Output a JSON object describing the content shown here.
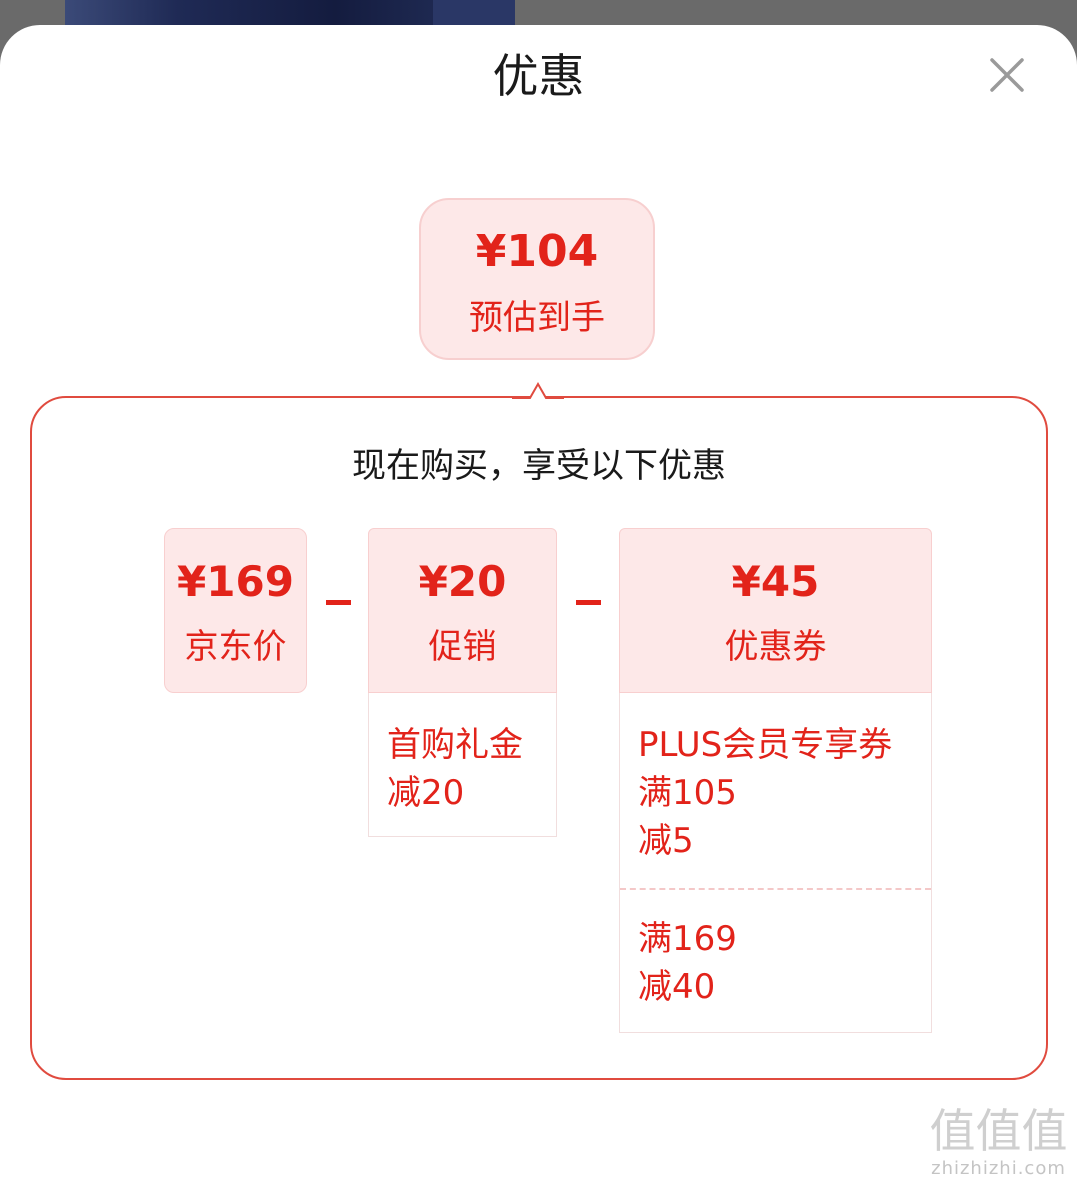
{
  "dialog": {
    "title": "优惠",
    "close_icon": "close-icon"
  },
  "estimate": {
    "price": "¥104",
    "label": "预估到手"
  },
  "panel": {
    "title": "现在购买，享受以下优惠"
  },
  "breakdown": {
    "jd_price": {
      "amount": "¥169",
      "label": "京东价"
    },
    "promotion": {
      "amount": "¥20",
      "label": "促销",
      "details": [
        "首购礼金\n减20"
      ]
    },
    "coupon": {
      "amount": "¥45",
      "label": "优惠券",
      "details": [
        "PLUS会员专享券\n满105\n减5",
        "满169\n减40"
      ]
    }
  },
  "watermark": {
    "glyphs": "值值值",
    "url": "zhizhizhi.com"
  },
  "colors": {
    "accent": "#e2231a",
    "tint": "#fde8e8"
  }
}
